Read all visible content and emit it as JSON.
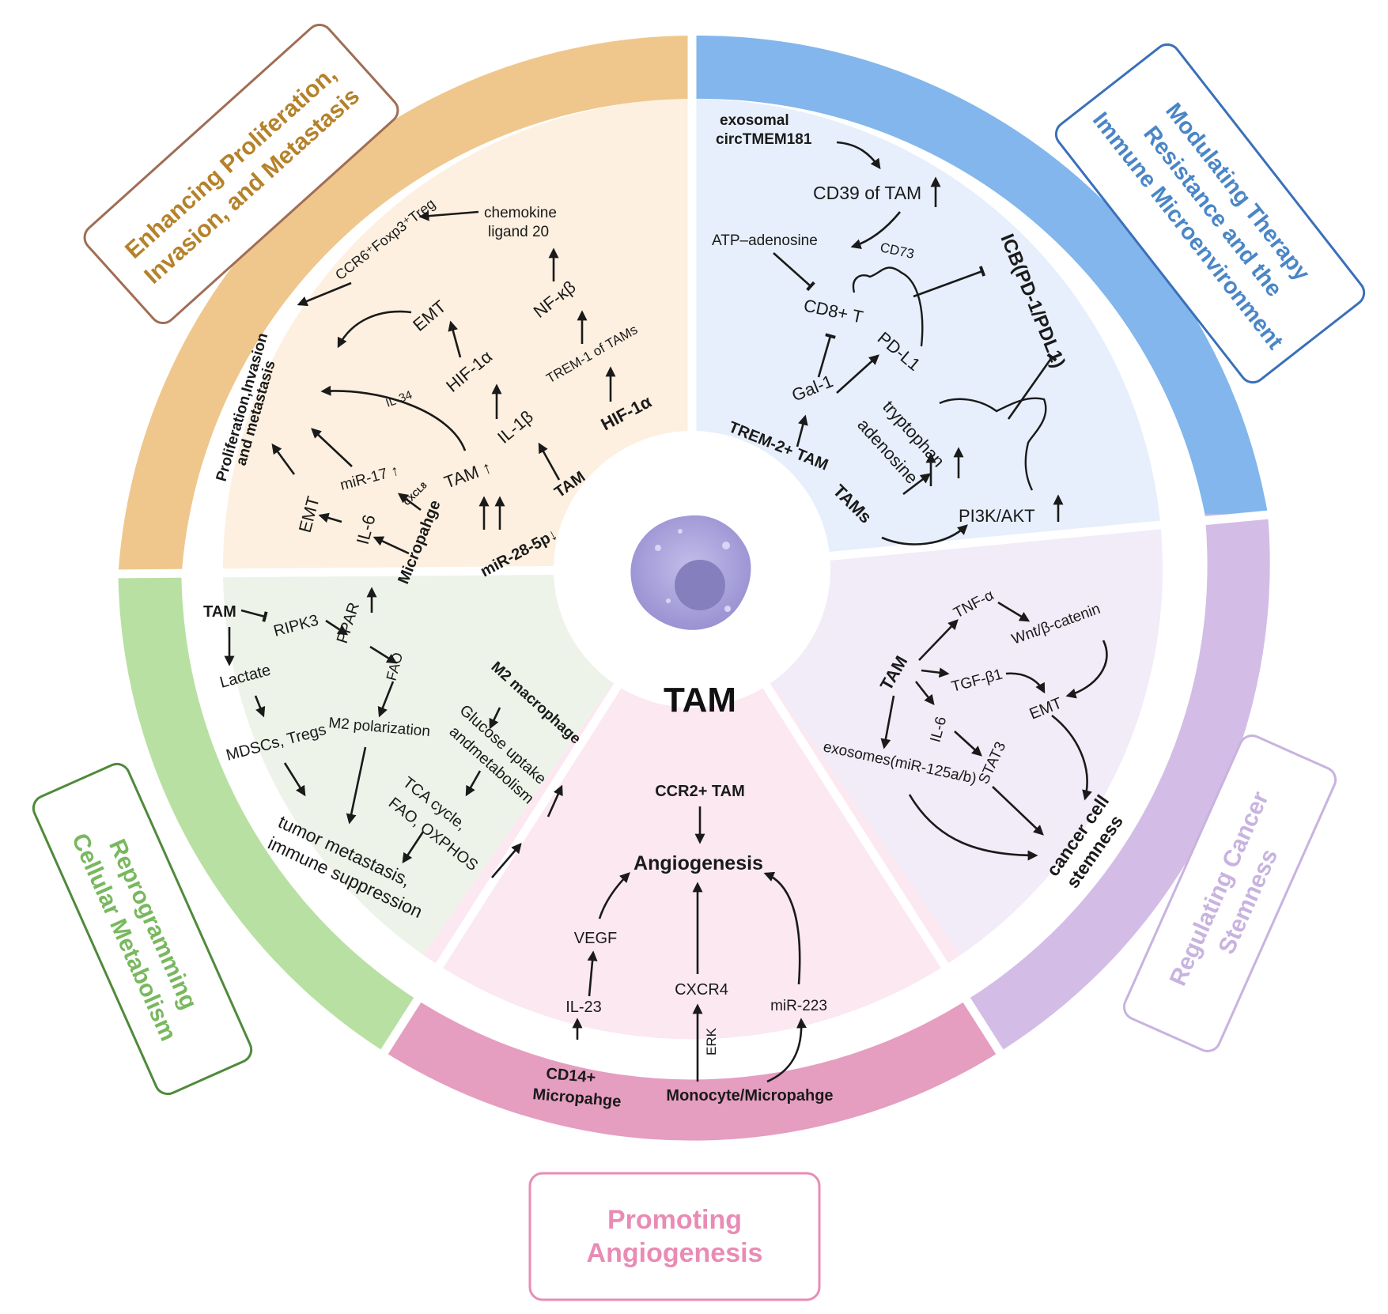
{
  "center": {
    "label": "TAM"
  },
  "colors": {
    "proliferation": "#efc78d",
    "therapy": "#82b6ec",
    "stemness": "#d3bde7",
    "angiogenesis": "#e59dc0",
    "metabolism": "#b8e0a2",
    "proliferation_text": "#b5822a",
    "therapy_text": "#4a86c7",
    "stemness_text": "#c8b3e0",
    "angiogenesis_text": "#e88cb5",
    "metabolism_text": "#78b85e",
    "cell": "#a9a2d9"
  },
  "sections": {
    "proliferation": {
      "title_line1": "Enhancing Proliferation,",
      "title_line2": "Invasion, and Metastasis",
      "labels": {
        "ccr6_treg": "CCR6⁺Foxp3⁺Treg",
        "chemokine": "chemokine",
        "ligand20": "ligand 20",
        "nfkb": "NF-κβ",
        "trem1": "TREM-1 of TAMs",
        "hif1a_bold": "HIF-1α",
        "emt_top": "EMT",
        "hif1a": "HIF-1α",
        "il1b": "IL-1β",
        "tam_bold": "TAM",
        "prolif1": "Proliferation,Invasion",
        "prolif2": "and metastasis",
        "il34": "IL-34",
        "tam_up": "TAM ↑",
        "mir17": "miR-17 ↑",
        "cxcl8": "CXCL8",
        "emt_left": "EMT",
        "il6": "IL-6",
        "macrophage": "Micropahge",
        "mir28": "miR-28-5p↓"
      }
    },
    "therapy": {
      "title_line1": "Modulating Therapy",
      "title_line2": "Resistance and the",
      "title_line3": "Immune Microenvironment",
      "labels": {
        "exosomal": "exosomal",
        "circ": "circTMEM181",
        "cd39": "CD39 of TAM",
        "atp": "ATP–adenosine",
        "cd73": "CD73",
        "icb": "ICB(PD-1/PDL1)",
        "cd8": "CD8+ T",
        "pdl1": "PD-L1",
        "gal1": "Gal-1",
        "tryptophan": "tryptophan",
        "adenosine": "adenosine",
        "trem2": "TREM-2+ TAM",
        "tams": "TAMs",
        "pi3k": "PI3K/AKT"
      }
    },
    "stemness": {
      "title_line1": "Regulating Cancer",
      "title_line2": "Stemness",
      "labels": {
        "tam": "TAM",
        "tnfa": "TNF-α",
        "wnt": "Wnt/β-catenin",
        "tgfb1": "TGF-β1",
        "emt": "EMT",
        "il6": "IL-6",
        "stat3": "STAT3",
        "exosomes": "exosomes(miR-125a/b)",
        "cancer1": "cancer cell",
        "cancer2": "stemness"
      }
    },
    "angiogenesis": {
      "title_line1": "Promoting",
      "title_line2": "Angiogenesis",
      "labels": {
        "ccr2": "CCR2+ TAM",
        "angio": "Angiogenesis",
        "vegf": "VEGF",
        "il23": "IL-23",
        "cd14a": "CD14+",
        "cd14b": "Micropahge",
        "cxcr4": "CXCR4",
        "erk": "ERK",
        "mir223": "miR-223",
        "monocyte": "Monocyte/Micropahge"
      }
    },
    "metabolism": {
      "title_line1": "Reprogramming",
      "title_line2": "Cellular Metabolism",
      "labels": {
        "tam": "TAM",
        "ripk3": "RIPK3",
        "ppar": "PPAR",
        "fao": "FAO",
        "lactate": "Lactate",
        "mdsc": "MDSCs, Tregs",
        "m2pol": "M2 polarization",
        "m2mac": "M2 macrophage",
        "glucose1": "Glucose uptake",
        "glucose2": "andmetabolism",
        "tca1": "TCA cycle,",
        "tca2": "FAO, OXPHOS",
        "tumor1": "tumor metastasis,",
        "tumor2": "immune suppression"
      }
    }
  }
}
